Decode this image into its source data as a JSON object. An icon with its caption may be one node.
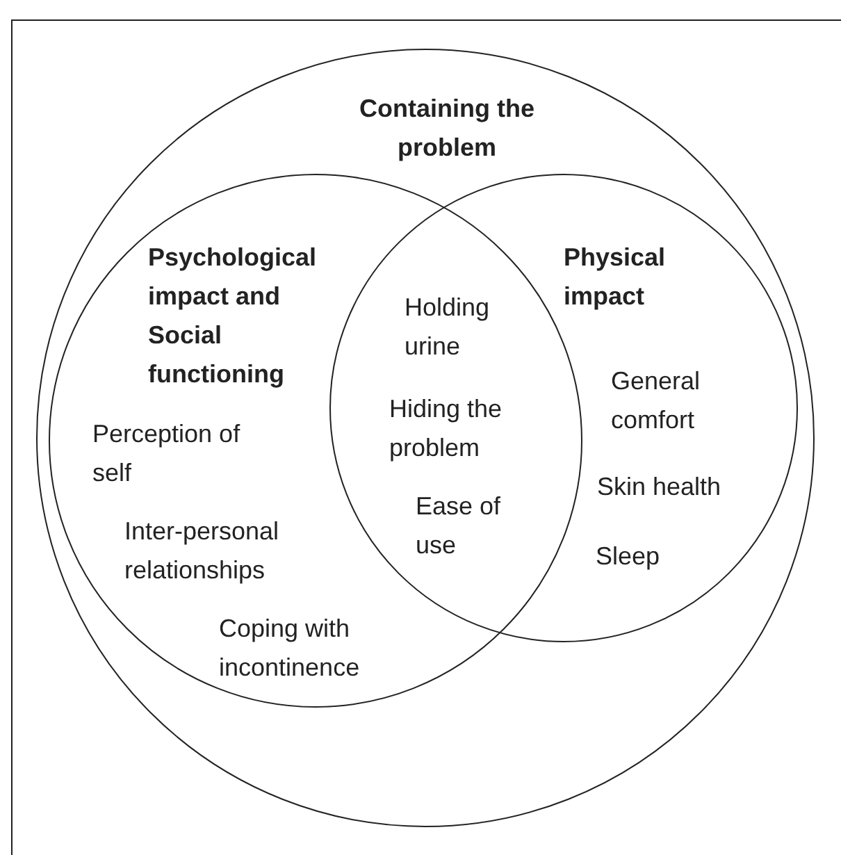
{
  "diagram": {
    "nodes": [
      {
        "text": [
          "Containing the problem"
        ]
      },
      {
        "text": [
          "Psychological impact and Social functioning",
          "Perception of self",
          "Inter-personal relationships",
          "Coping with incontinence"
        ],
        "in": 0
      },
      {
        "text": [
          "Physical impact",
          "General comfort",
          "Skin health",
          "Sleep"
        ],
        "in": 0
      }
    ],
    "labels": [
      "Holding urine",
      "Hiding the problem",
      "Ease of use"
    ]
  }
}
